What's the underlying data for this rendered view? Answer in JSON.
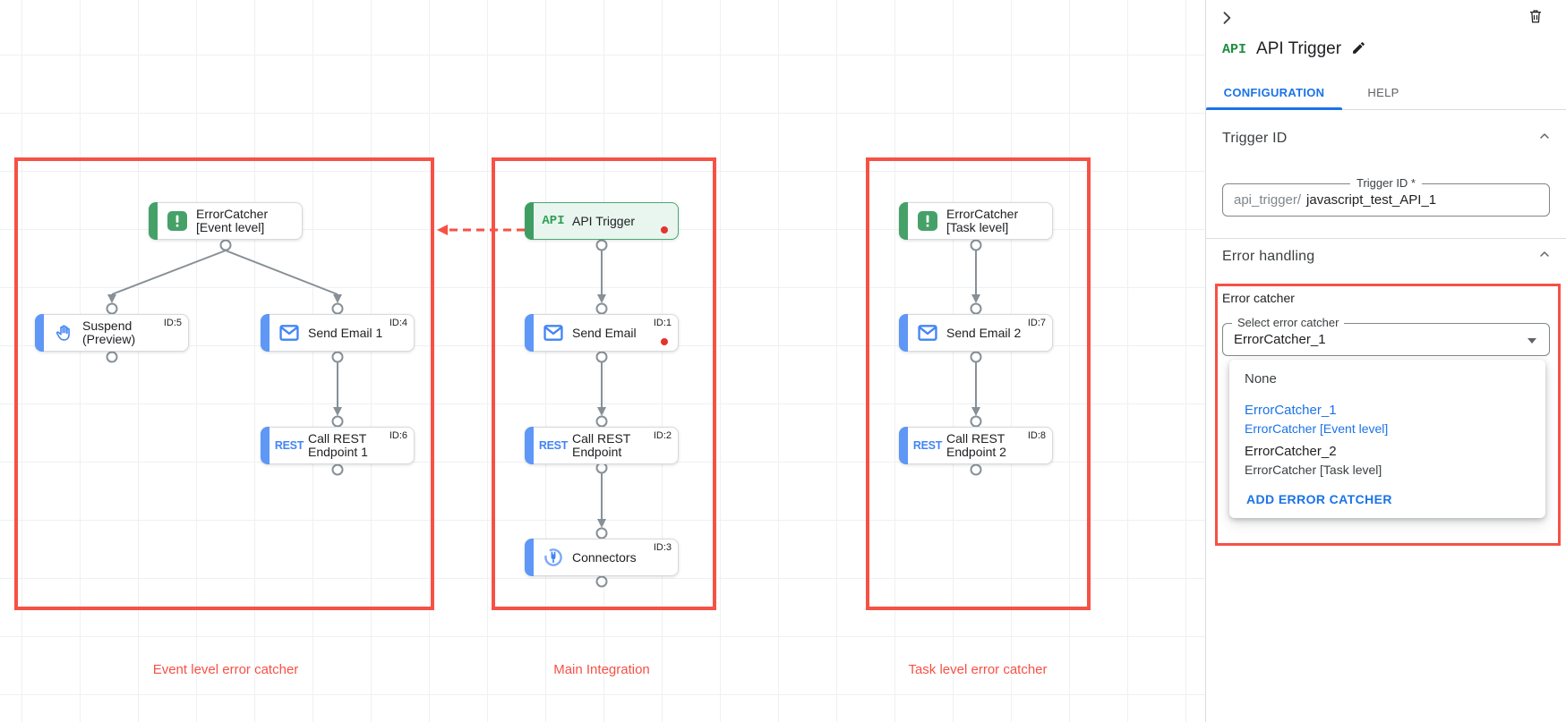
{
  "panel": {
    "title": "API Trigger",
    "title_chip": "API",
    "tabs": {
      "configuration": "CONFIGURATION",
      "help": "HELP"
    },
    "trigger_id_section": {
      "title": "Trigger ID",
      "field_label": "Trigger ID *",
      "prefix": "api_trigger/",
      "value": "javascript_test_API_1"
    },
    "error_handling_section": {
      "title": "Error handling",
      "group_label": "Error catcher",
      "select_label": "Select error catcher",
      "select_value": "ErrorCatcher_1",
      "options": [
        {
          "name": "None",
          "sub": ""
        },
        {
          "name": "ErrorCatcher_1",
          "sub": "ErrorCatcher [Event level]",
          "selected": true
        },
        {
          "name": "ErrorCatcher_2",
          "sub": "ErrorCatcher [Task level]",
          "selected": false
        }
      ],
      "add_button": "ADD ERROR CATCHER"
    }
  },
  "canvas": {
    "groups": [
      {
        "label": "Event level error catcher"
      },
      {
        "label": "Main Integration"
      },
      {
        "label": "Task level error catcher"
      }
    ],
    "nodes": [
      {
        "line1": "ErrorCatcher",
        "line2": "[Event level]",
        "id": "",
        "icon": "error-catcher-icon",
        "type": "error-catcher"
      },
      {
        "line1": "Suspend",
        "line2": "(Preview)",
        "id": "ID:5",
        "icon": "hand-icon",
        "type": "task"
      },
      {
        "line1": "Send Email 1",
        "line2": "",
        "id": "ID:4",
        "icon": "email-icon",
        "type": "task"
      },
      {
        "line1": "Call REST",
        "line2": "Endpoint 1",
        "id": "ID:6",
        "icon": "rest-icon",
        "type": "task"
      },
      {
        "line1": "API Trigger",
        "line2": "",
        "id": "",
        "icon": "api-icon",
        "type": "trigger",
        "error_dot": true
      },
      {
        "line1": "Send Email",
        "line2": "",
        "id": "ID:1",
        "icon": "email-icon",
        "type": "task",
        "error_dot": true
      },
      {
        "line1": "Call REST",
        "line2": "Endpoint",
        "id": "ID:2",
        "icon": "rest-icon",
        "type": "task"
      },
      {
        "line1": "Connectors",
        "line2": "",
        "id": "ID:3",
        "icon": "connector-icon",
        "type": "task"
      },
      {
        "line1": "ErrorCatcher",
        "line2": "[Task level]",
        "id": "",
        "icon": "error-catcher-icon",
        "type": "error-catcher"
      },
      {
        "line1": "Send Email 2",
        "line2": "",
        "id": "ID:7",
        "icon": "email-icon",
        "type": "task"
      },
      {
        "line1": "Call REST",
        "line2": "Endpoint 2",
        "id": "ID:8",
        "icon": "rest-icon",
        "type": "task"
      }
    ]
  },
  "colors": {
    "highlight_red": "#f65145",
    "accent_blue": "#1a73e8",
    "task_bar_blue": "#5e97f6",
    "green": "#45a168",
    "error_dot_red": "#e5342b",
    "arrow_gray": "#879096"
  }
}
